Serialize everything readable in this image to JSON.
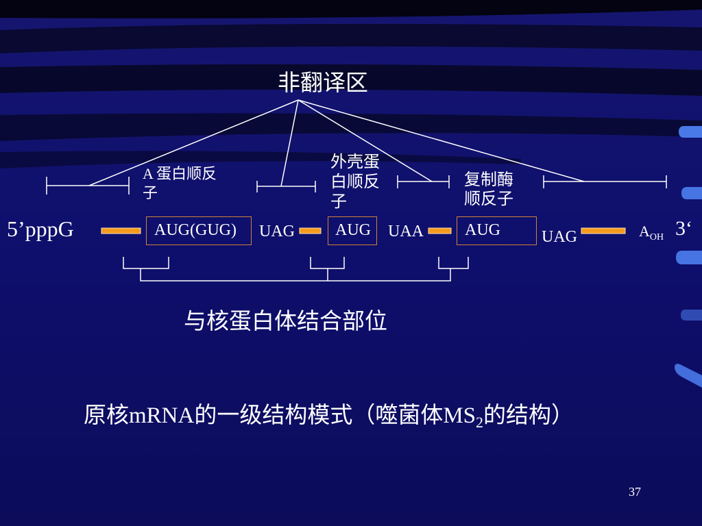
{
  "slide": {
    "untranslated_label": "非翻译区",
    "cistrons": {
      "a_protein": [
        "A 蛋白顺反",
        "子"
      ],
      "coat_protein": [
        "外壳蛋",
        "白顺反",
        "子"
      ],
      "replicase": [
        "复制酶",
        "顺反子"
      ]
    },
    "sequence": {
      "five_prime_end": "5’pppG",
      "start_codon_1": "AUG(GUG)",
      "stop_codon_1": "UAG",
      "start_codon_2": "AUG",
      "stop_codon_2": "UAA",
      "start_codon_3": "AUG",
      "stop_codon_3": "UAG",
      "three_prime_base": "A",
      "three_prime_base_sub": "OH",
      "three_prime_end": "3‘"
    },
    "ribosome_binding_label": "与核蛋白体结合部位",
    "caption": {
      "before_sub": "原核mRNA的一级结构模式（噬菌体MS",
      "subscript": "2",
      "after_sub": "的结构）"
    },
    "page_number": "37"
  },
  "colors": {
    "background": "#0e0e6c",
    "text": "#ffffff",
    "line": "#ffffff",
    "box_border": "#cf8438",
    "segment_fill": "#f59b1c",
    "segment_rim": "#ffe2b8",
    "edge_accent": "#4d80f0"
  }
}
